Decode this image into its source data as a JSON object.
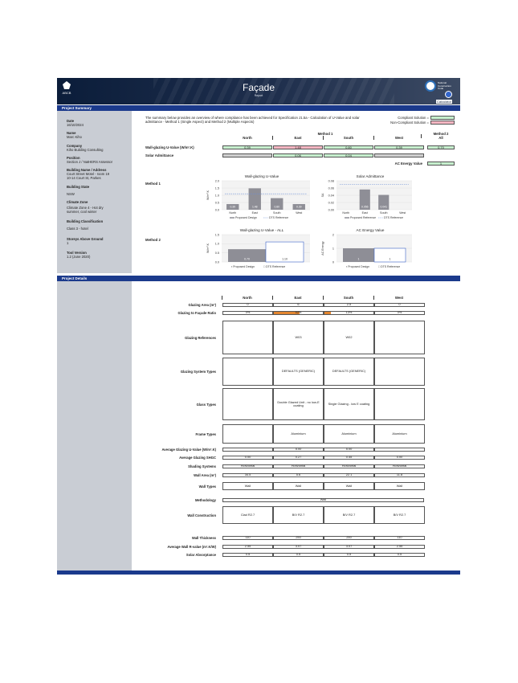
{
  "header": {
    "title": "Façade",
    "subtitle": "Report",
    "left_logo_text": "ABCB",
    "right_logo_text": "National Construction Code",
    "calculator_label": "Calculator",
    "brand_color": "#0b1d3a",
    "section_color": "#1b3a8c"
  },
  "summary_section_label": "Project Summary",
  "details_section_label": "Project Details",
  "project": [
    {
      "label": "Date",
      "value": "16/10/2024"
    },
    {
      "label": "Name",
      "value": "Marc Kiho"
    },
    {
      "label": "Company",
      "value": "Kiho Building Consulting"
    },
    {
      "label": "Position",
      "value": "Section J / NatHERS Assessor"
    },
    {
      "label": "Building Name / Address",
      "value": "Court Street Motel - room 19\n10-14 Court St, Parkes"
    },
    {
      "label": "Building State",
      "value": "NSW"
    },
    {
      "label": "Climate Zone",
      "value": "Climate Zone 4 - Hot dry summer, cool winter"
    },
    {
      "label": "Building Classification",
      "value": "Class 3 - hotel"
    },
    {
      "label": "Storeys Above Ground",
      "value": "1"
    },
    {
      "label": "Tool Version",
      "value": "1.2 (June 2020)"
    }
  ],
  "intro_text": "The summary below provides an overview of where compliance has been achieved for Specification J1.5a - Calculation of U-Value and solar admittance - Method 1 (Single Aspect) and Method 2 (Multiple Aspects)",
  "legend": {
    "compliant_label": "Compliant Solution =",
    "noncompliant_label": "Non-Compliant Solution =",
    "compliant_color": "#c6efce",
    "noncompliant_color": "#f4b6c2"
  },
  "summary_table": {
    "method1_label": "Method 1",
    "method2_label": "Method 2",
    "method2_sub": "All",
    "columns": [
      "North",
      "East",
      "South",
      "West"
    ],
    "row1_label": "Wall-glazing U-Value  (W/m².K)",
    "row1_values": [
      "0.39",
      "1.48",
      "0.80",
      "0.39"
    ],
    "row1_status": [
      "ok",
      "fail",
      "ok",
      "ok"
    ],
    "row1_all": "0.70",
    "row2_label": "Solar Admittance",
    "row2_values": [
      "",
      "0.06",
      "0.04",
      ""
    ],
    "row2_status": [
      "none",
      "ok",
      "ok",
      "none"
    ],
    "ac_label": "AC Energy Value",
    "ac_value": "1"
  },
  "method_labels": {
    "m1": "Method 1",
    "m2": "Method 2"
  },
  "chart_data": [
    {
      "type": "bar",
      "title": "Wall-glazing U-Value",
      "ylabel": "W/m².K",
      "categories": [
        "North",
        "East",
        "South",
        "West"
      ],
      "series": [
        {
          "name": "Proposed Design",
          "values": [
            0.39,
            1.48,
            0.8,
            0.39
          ]
        },
        {
          "name": "DTS Reference",
          "values": [
            1.1,
            1.1,
            1.1,
            1.1
          ]
        }
      ],
      "data_labels": [
        "0.39",
        "1.48",
        "0.80",
        "0.39"
      ],
      "yticks": [
        "0.0",
        "0.5",
        "1.0",
        "1.5",
        "2.0"
      ],
      "ylim": [
        0,
        2
      ],
      "legend": [
        "Proposed Design",
        "DTS Reference"
      ]
    },
    {
      "type": "bar",
      "title": "Solar Admittance",
      "ylabel": "SA",
      "categories": [
        "North",
        "East",
        "South",
        "West"
      ],
      "series": [
        {
          "name": "Proposed Design",
          "values": [
            0,
            0.056,
            0.041,
            0
          ]
        },
        {
          "name": "DTS Reference",
          "values": [
            0.07,
            0.07,
            0.07,
            0.07
          ]
        }
      ],
      "data_labels": [
        "",
        "0.056",
        "0.041",
        ""
      ],
      "yticks": [
        "0.00",
        "0.02",
        "0.04",
        "0.06",
        "0.08"
      ],
      "ylim": [
        0,
        0.08
      ],
      "legend": [
        "Proposed Reference",
        "DTS Reference"
      ]
    },
    {
      "type": "bar",
      "title": "Wall-glazing U-Value - ALL",
      "ylabel": "W/m².K",
      "categories": [
        "Proposed Design",
        "DTS Reference"
      ],
      "values": [
        0.7,
        1.1
      ],
      "data_labels": [
        "0.70",
        "1.10"
      ],
      "yticks": [
        "0.0",
        "0.5",
        "1.0",
        "1.5"
      ],
      "ylim": [
        0,
        1.5
      ],
      "legend": [
        "Proposed Design",
        "DTS Reference"
      ]
    },
    {
      "type": "bar",
      "title": "AC Energy Value",
      "ylabel": "AC Energy",
      "categories": [
        "Proposed Design",
        "DTS Reference"
      ],
      "values": [
        1,
        1
      ],
      "data_labels": [
        "1",
        "1"
      ],
      "yticks": [
        "0",
        "1",
        "2"
      ],
      "ylim": [
        0,
        2
      ],
      "legend": [
        "Proposed Design",
        "DTS Reference"
      ]
    }
  ],
  "details": {
    "columns": [
      "North",
      "East",
      "South",
      "West"
    ],
    "rows": [
      {
        "label": "Glazing Area (m²)",
        "values": [
          "0",
          "6",
          "2.5",
          "0"
        ]
      },
      {
        "label": "Glazing to Façade Ratio",
        "values": [
          "0%",
          "52%",
          "13%",
          "0%"
        ],
        "ratios": [
          0,
          0.52,
          0.13,
          0
        ]
      },
      {
        "label": "Glazing References",
        "values": [
          "",
          "W03",
          "W02",
          ""
        ]
      },
      {
        "label": "Glazing System Types",
        "values": [
          "",
          "DEFAULTS (GENERIC)",
          "DEFAULTS (GENERIC)",
          ""
        ]
      },
      {
        "label": "Glass Types",
        "values": [
          "",
          "Double Glazed Unit - no low-E coating",
          "Single Glazing - low E coating",
          ""
        ]
      },
      {
        "label": "Frame Types",
        "values": [
          "",
          "Aluminium",
          "Aluminium",
          "Aluminium"
        ]
      },
      {
        "label": "Average Glazing U-Value (W/m².K)",
        "values": [
          "",
          "5.00",
          "5.00",
          ""
        ]
      },
      {
        "label": "Average Glazing SHGC",
        "values": [
          "0.00",
          "0.27",
          "0.45",
          "0.00"
        ]
      },
      {
        "label": "Shading Systems",
        "values": [
          "Horizontal",
          "Horizontal",
          "Horizontal",
          "Horizontal"
        ]
      },
      {
        "label": "Wall Area (m²)",
        "values": [
          "34.5",
          "5.6",
          "22.1",
          "11.8"
        ]
      },
      {
        "label": "Wall Types",
        "values": [
          "Wall",
          "Wall",
          "Wall",
          "Wall"
        ]
      },
      {
        "label": "Methodology",
        "values": [
          "Wall"
        ]
      },
      {
        "label": "Wall Construction",
        "values": [
          "Clad R2.7",
          "B/V R2.7",
          "B/V R2.7",
          "B/V R2.7"
        ]
      },
      {
        "label": "Wall Thickness",
        "values": [
          "110",
          "250",
          "250",
          "110"
        ]
      },
      {
        "label": "Average Wall R-value (m².K/W)",
        "values": [
          "2.55",
          "3.07",
          "3.07",
          "2.55"
        ]
      },
      {
        "label": "Solar Absorptance",
        "values": [
          "0.5",
          "0.5",
          "0.5",
          "0.5"
        ]
      }
    ]
  }
}
